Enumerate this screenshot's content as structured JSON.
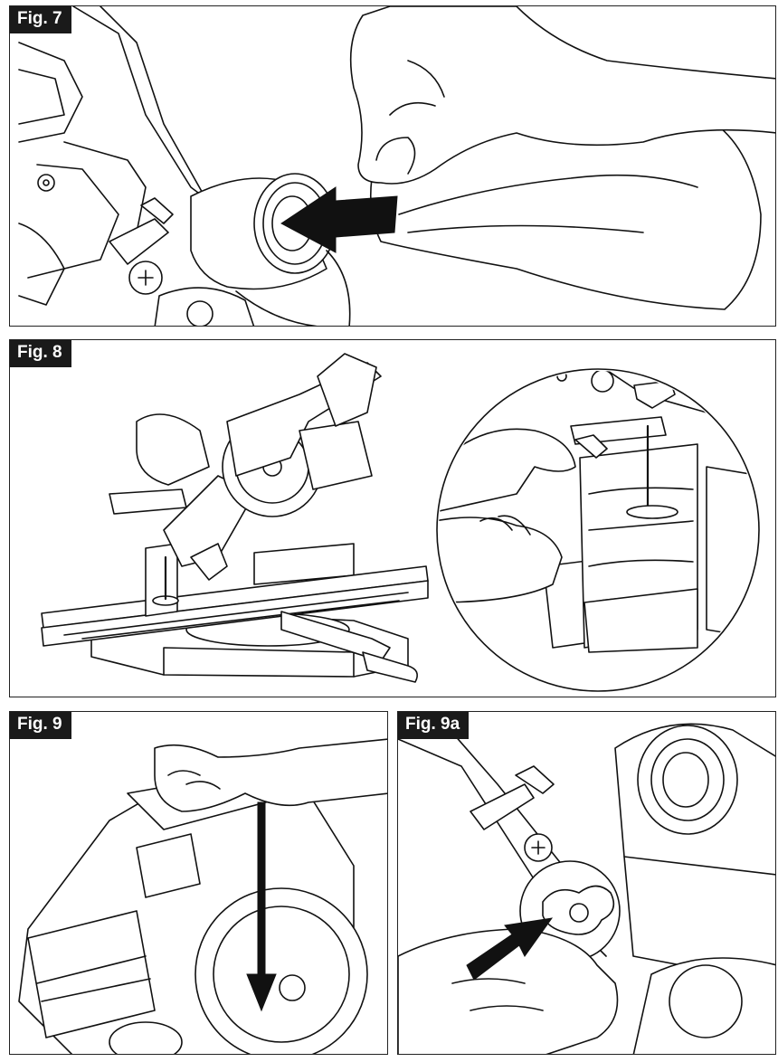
{
  "figures": {
    "fig7": {
      "label": "Fig. 7"
    },
    "fig8": {
      "label": "Fig. 8"
    },
    "fig9": {
      "label": "Fig. 9"
    },
    "fig9a": {
      "label": "Fig. 9a"
    }
  }
}
